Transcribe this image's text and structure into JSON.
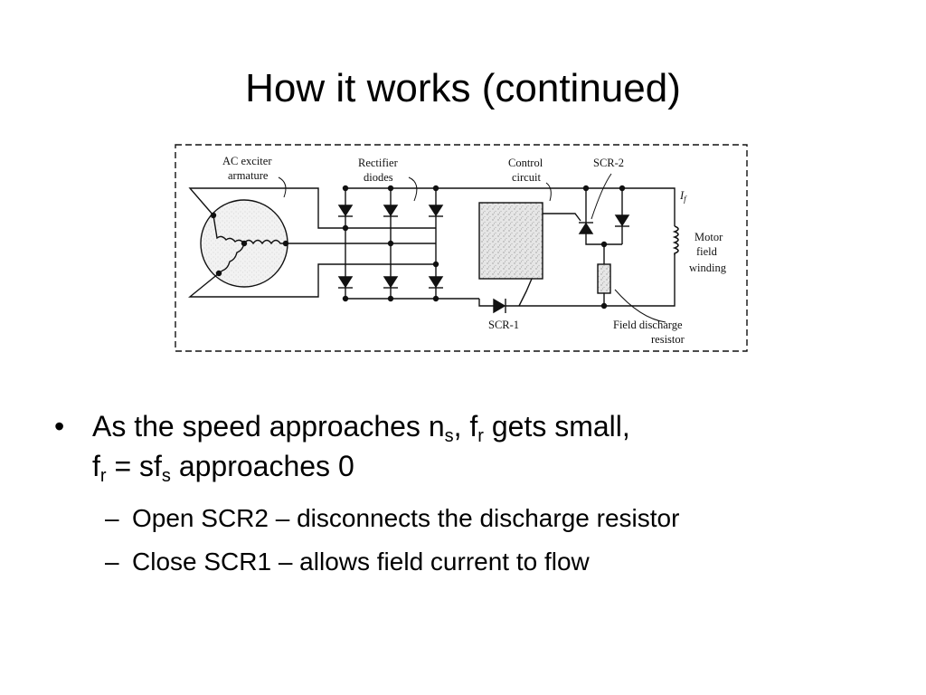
{
  "slide": {
    "title": "How it works (continued)"
  },
  "diagram": {
    "labels": {
      "ac_exciter": "AC exciter",
      "armature": "armature",
      "rectifier": "Rectifier",
      "diodes": "diodes",
      "control": "Control",
      "circuit": "circuit",
      "scr2": "SCR-2",
      "i_f": "I",
      "i_f_sub": "f",
      "motor": "Motor",
      "field": "field",
      "winding": "winding",
      "scr1": "SCR-1",
      "field_discharge": "Field discharge",
      "resistor": "resistor"
    }
  },
  "bullets": {
    "main": {
      "marker": "•",
      "line1_a": "As the speed approaches n",
      "line1_sub1": "s",
      "line1_b": ", f",
      "line1_sub2": "r",
      "line1_c": " gets small,",
      "line2_a": "f",
      "line2_sub1": "r",
      "line2_b": " = sf",
      "line2_sub2": "s",
      "line2_c": " approaches 0"
    },
    "sub": [
      {
        "marker": "–",
        "text": "Open SCR2 – disconnects the discharge resistor"
      },
      {
        "marker": "–",
        "text": "Close SCR1 – allows field current to flow"
      }
    ]
  }
}
